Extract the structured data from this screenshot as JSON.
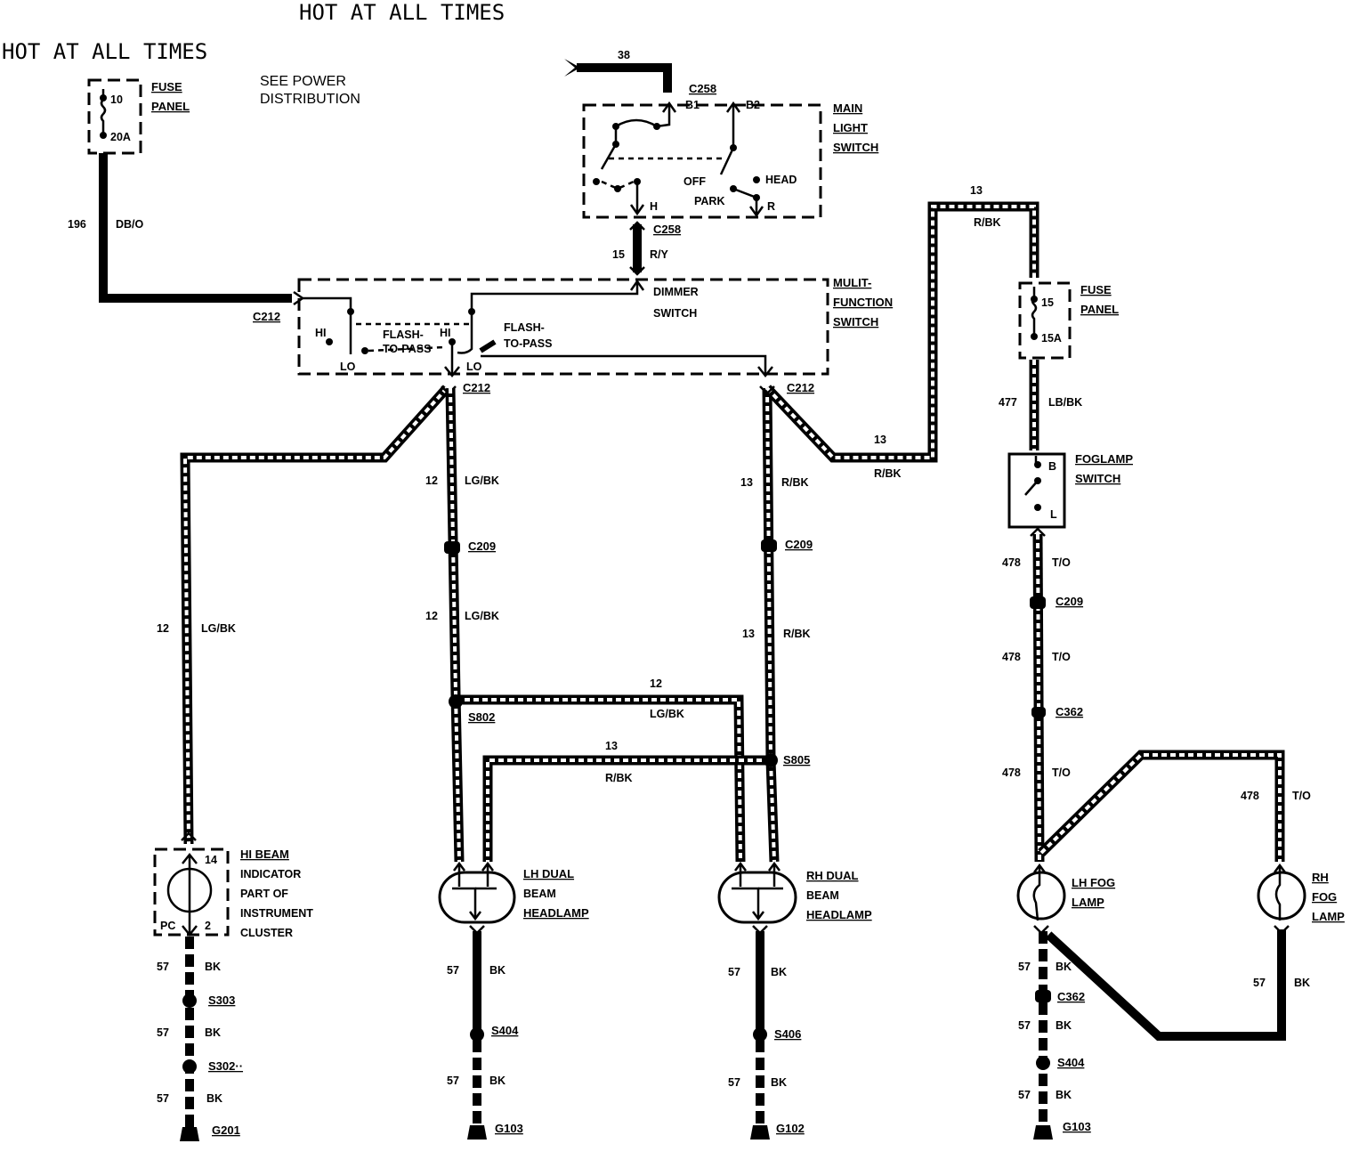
{
  "headers": {
    "top": "HOT AT ALL TIMES",
    "left": "HOT AT ALL TIMES"
  },
  "see_power": {
    "line1": "SEE POWER",
    "line2": "DISTRIBUTION"
  },
  "fuse1": {
    "num": "10",
    "amp": "20A",
    "label1": "FUSE",
    "label2": "PANEL"
  },
  "wire196": {
    "num": "196",
    "color": "DB/O"
  },
  "main_switch": {
    "input_num": "38",
    "conn": "C258",
    "b1": "B1",
    "b2": "B2",
    "off": "OFF",
    "head": "HEAD",
    "park": "PARK",
    "h": "H",
    "r": "R",
    "label1": "MAIN",
    "label2": "LIGHT",
    "label3": "SWITCH"
  },
  "wire15": {
    "conn": "C258",
    "num": "15",
    "color": "R/Y"
  },
  "multi_switch": {
    "conn_left": "C212",
    "dimmer1": "DIMMER",
    "dimmer2": "SWITCH",
    "hi1": "HI",
    "lo1": "LO",
    "hi2": "HI",
    "lo2": "LO",
    "ftp1a": "FLASH-",
    "ftp1b": "TO-PASS",
    "ftp2a": "FLASH-",
    "ftp2b": "TO-PASS",
    "label1": "MULIT-",
    "label2": "FUNCTION",
    "label3": "SWITCH"
  },
  "c212a": "C212",
  "c212b": "C212",
  "wire12a": {
    "num": "12",
    "color": "LG/BK"
  },
  "wire12b": {
    "num": "12",
    "color": "LG/BK"
  },
  "wire12c": {
    "num": "12",
    "color": "LG/BK"
  },
  "wire12d": {
    "num": "12",
    "color": "LG/BK"
  },
  "wire13a": {
    "num": "13",
    "color": "R/BK"
  },
  "wire13b": {
    "num": "13",
    "color": "R/BK"
  },
  "wire13c": {
    "num": "13",
    "color": "R/BK"
  },
  "wire13d": {
    "num": "13",
    "color": "R/BK"
  },
  "wire13e": {
    "num": "13",
    "color": "R/BK"
  },
  "c209a": "C209",
  "c209b": "C209",
  "c209c": "C209",
  "s802": "S802",
  "s805": "S805",
  "fuse2": {
    "num": "15",
    "amp": "15A",
    "label1": "FUSE",
    "label2": "PANEL"
  },
  "wire477": {
    "num": "477",
    "color": "LB/BK"
  },
  "fog_switch": {
    "b": "B",
    "l": "L",
    "label1": "FOGLAMP",
    "label2": "SWITCH"
  },
  "wire478a": {
    "num": "478",
    "color": "T/O"
  },
  "wire478b": {
    "num": "478",
    "color": "T/O"
  },
  "wire478c": {
    "num": "478",
    "color": "T/O"
  },
  "wire478d": {
    "num": "478",
    "color": "T/O"
  },
  "c362a": "C362",
  "c362b": "C362",
  "hi_beam": {
    "pin14": "14",
    "pin2": "2",
    "pc": "PC",
    "label1": "HI BEAM",
    "label2": "INDICATOR",
    "label3": "PART OF",
    "label4": "INSTRUMENT",
    "label5": "CLUSTER"
  },
  "lh_head": {
    "label1": "LH DUAL",
    "label2": "BEAM",
    "label3": "HEADLAMP"
  },
  "rh_head": {
    "label1": "RH DUAL",
    "label2": "BEAM",
    "label3": "HEADLAMP"
  },
  "lh_fog": {
    "label1": "LH FOG",
    "label2": "LAMP"
  },
  "rh_fog": {
    "label1": "RH",
    "label2": "FOG",
    "label3": "LAMP"
  },
  "ground1": {
    "w1": "57",
    "c1": "BK",
    "s1": "S303",
    "w2": "57",
    "c2": "BK",
    "s2": "S302··",
    "w3": "57",
    "c3": "BK",
    "g": "G201"
  },
  "ground2": {
    "w1": "57",
    "c1": "BK",
    "s1": "S404",
    "w2": "57",
    "c2": "BK",
    "g": "G103"
  },
  "ground3": {
    "w1": "57",
    "c1": "BK",
    "s1": "S406",
    "w2": "57",
    "c2": "BK",
    "g": "G102"
  },
  "ground4": {
    "w1": "57",
    "c1": "BK",
    "conn": "C362",
    "w2": "57",
    "c2": "BK",
    "s1": "S404",
    "w3": "57",
    "c3": "BK",
    "g": "G103"
  },
  "ground5": {
    "w1": "57",
    "c1": "BK"
  }
}
